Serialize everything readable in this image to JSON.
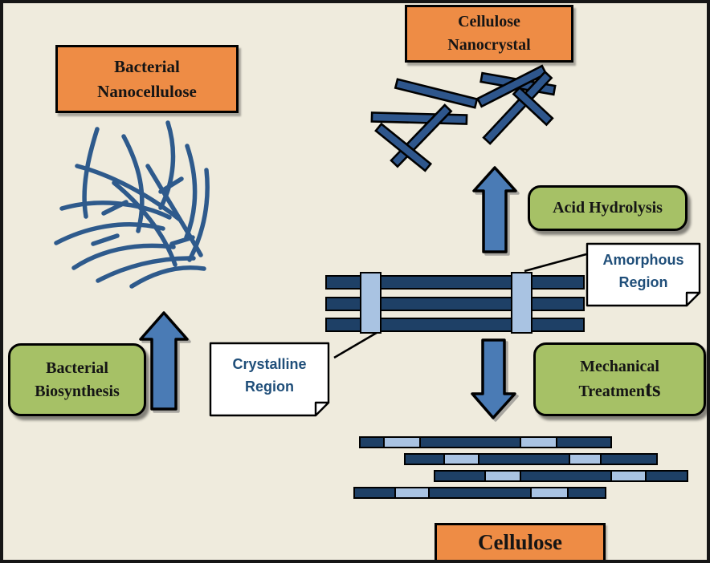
{
  "title": "Cellulose nanomaterials pathway diagram",
  "colors": {
    "background": "#EFEBDD",
    "frame": "#161616",
    "orange": "#EE8C45",
    "green": "#A6C166",
    "arrow_blue": "#4A7BB5",
    "navy": "#1E4066",
    "rod_blue": "#2E568C",
    "light_blue": "#A9C3E2",
    "fiber_blue": "#2E5A8C",
    "note_text": "#1F4E79",
    "note_fill": "#FFFFFF",
    "outline": "#000000"
  },
  "boxes": {
    "bacterial_nanocellulose": {
      "line1": "Bacterial",
      "line2": "Nanocellulose"
    },
    "cellulose_nanocrystal": {
      "line1": "Cellulose",
      "line2": "Nanocrystal"
    },
    "acid_hydrolysis": {
      "label": "Acid Hydrolysis"
    },
    "bacterial_biosynthesis": {
      "line1": "Bacterial",
      "line2": "Biosynthesis"
    },
    "mechanical_treatments": {
      "line1": "Mechanical",
      "line2_main": "Treatmen",
      "line2_suffix": "ts"
    },
    "cellulose": {
      "label": "Cellulose"
    }
  },
  "notes": {
    "amorphous": {
      "line1": "Amorphous",
      "line2": "Region"
    },
    "crystalline": {
      "line1": "Crystalline",
      "line2": "Region"
    }
  }
}
